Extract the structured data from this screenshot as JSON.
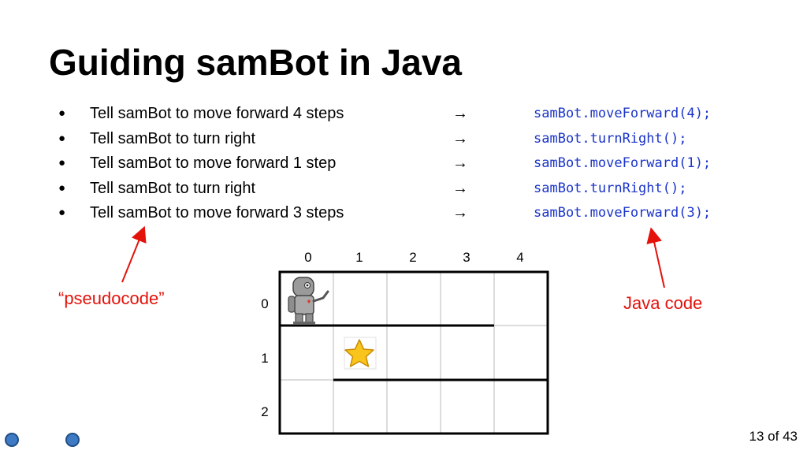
{
  "slide": {
    "title": "Guiding samBot in Java",
    "bullets": [
      {
        "text": "Tell samBot to move forward 4 steps",
        "arrow": "→",
        "code": "samBot.moveForward(4);"
      },
      {
        "text": "Tell samBot to turn right",
        "arrow": "→",
        "code": "samBot.turnRight();"
      },
      {
        "text": "Tell samBot to move forward 1 step",
        "arrow": "→",
        "code": "samBot.moveForward(1);"
      },
      {
        "text": "Tell samBot to turn right",
        "arrow": "→",
        "code": "samBot.turnRight();"
      },
      {
        "text": "Tell samBot to move forward 3 steps",
        "arrow": "→",
        "code": "samBot.moveForward(3);"
      }
    ],
    "bullet_symbol": "●",
    "annotations": {
      "pseudocode": "“pseudocode”",
      "java": "Java code",
      "color": "#e3120b"
    },
    "grid": {
      "columns": [
        "0",
        "1",
        "2",
        "3",
        "4"
      ],
      "rows": [
        "0",
        "1",
        "2"
      ],
      "robot_cell": {
        "row": 0,
        "col": 0
      },
      "star_cell": {
        "row": 1,
        "col": 1
      }
    },
    "page": "13 of 43",
    "code_color": "#1a34c9"
  }
}
